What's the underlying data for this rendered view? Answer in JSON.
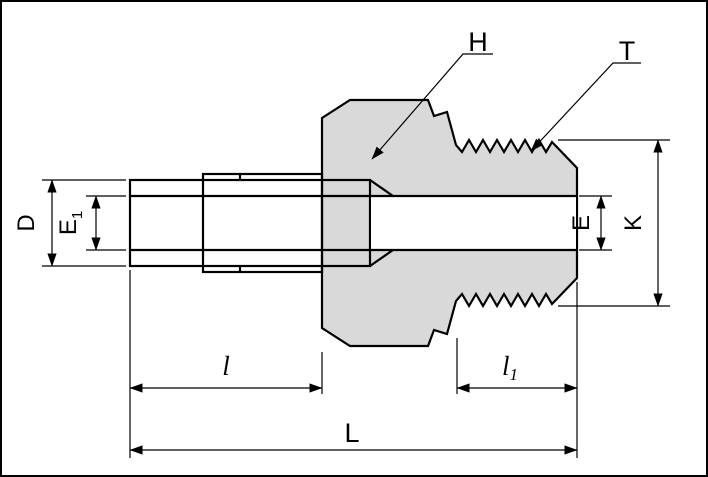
{
  "drawing": {
    "type": "technical-fitting-cross-section",
    "colors": {
      "background": "#ffffff",
      "body_fill": "#d9d9d9",
      "line": "#000000",
      "frame": "#000000"
    },
    "labels": {
      "h": "H",
      "t": "T",
      "d": "D",
      "e1_main": "E",
      "e1_sub": "1",
      "e": "E",
      "k": "K",
      "l": "l",
      "l1_main": "l",
      "l1_sub": "1",
      "overall_length": "L"
    }
  }
}
